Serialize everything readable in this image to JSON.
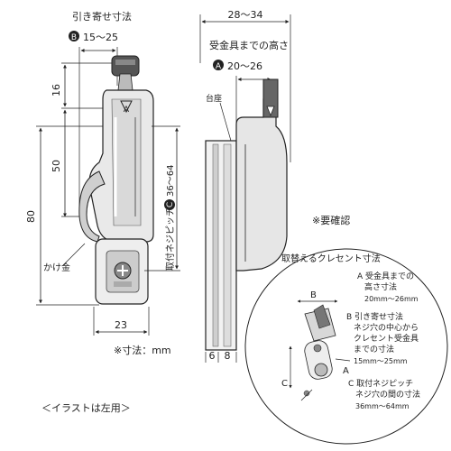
{
  "front": {
    "pull_label": "引き寄せ寸法",
    "pull_badge": "B",
    "pull_range": "15〜25",
    "dim_top": "16",
    "dim_mid": "50",
    "dim_total": "80",
    "dim_width": "23",
    "hook_label": "かけ金",
    "pitch_label": "取付ネジピッチ",
    "pitch_badge": "C",
    "pitch_range": "36〜64"
  },
  "side": {
    "overall_range": "28〜34",
    "height_label": "受金具までの高さ",
    "height_badge": "A",
    "height_range": "20〜26",
    "base_label": "台座",
    "dim_a": "6",
    "dim_b": "8"
  },
  "unit_note": "※寸法：mm",
  "illustration_note": "＜イラストは左用＞",
  "confirm_note": "※要確認",
  "inset": {
    "title": "取替えるクレセント寸法",
    "letter_a": "A",
    "letter_b": "B",
    "letter_c": "C",
    "a_title": "A 受金具までの",
    "a_title2": "高さ寸法",
    "a_value": "20mm〜26mm",
    "b_title": "B 引き寄せ寸法",
    "b_line2": "ネジ穴の中心から",
    "b_line3": "クレセント受金具",
    "b_line4": "までの寸法",
    "b_value": "15mm〜25mm",
    "c_title": "C 取付ネジピッチ",
    "c_line2": "ネジ穴の間の寸法",
    "c_value": "36mm〜64mm"
  }
}
